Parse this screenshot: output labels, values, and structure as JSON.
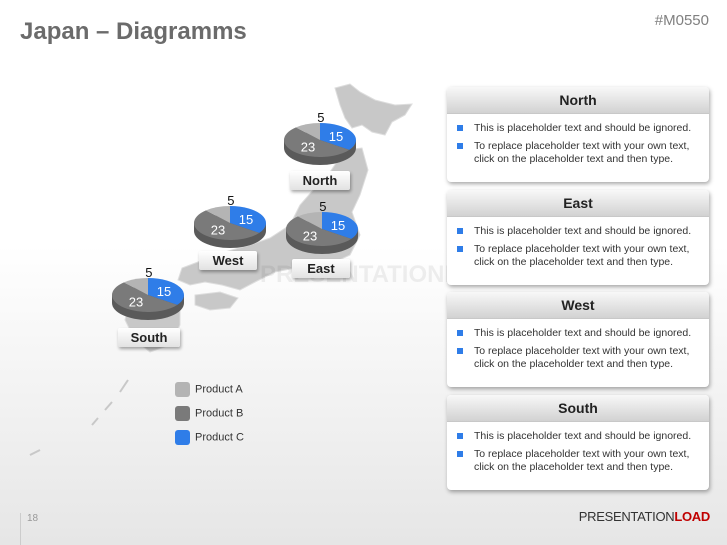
{
  "title": "Japan – Diagramms",
  "code": "#M0550",
  "colors": {
    "product_a": "#b4b4b4",
    "product_b": "#7a7a7a",
    "product_c": "#2f7de8"
  },
  "regions": [
    {
      "name": "North",
      "values": {
        "Product A": 5,
        "Product B": 23,
        "Product C": 15
      }
    },
    {
      "name": "West",
      "values": {
        "Product A": 5,
        "Product B": 23,
        "Product C": 15
      }
    },
    {
      "name": "East",
      "values": {
        "Product A": 5,
        "Product B": 23,
        "Product C": 15
      }
    },
    {
      "name": "South",
      "values": {
        "Product A": 5,
        "Product B": 23,
        "Product C": 15
      }
    }
  ],
  "legend": [
    "Product A",
    "Product B",
    "Product C"
  ],
  "panels": [
    {
      "title": "North",
      "bullets": [
        "This is placeholder text and should be ignored.",
        "To replace placeholder text with your own text, click on the placeholder text and then type."
      ]
    },
    {
      "title": "East",
      "bullets": [
        "This is placeholder text and should be ignored.",
        "To replace placeholder text with your own text, click on the placeholder text and then type."
      ]
    },
    {
      "title": "West",
      "bullets": [
        "This is placeholder text and should be ignored.",
        "To replace placeholder text with your own text, click on the placeholder text and then type."
      ]
    },
    {
      "title": "South",
      "bullets": [
        "This is placeholder text and should be ignored.",
        "To replace placeholder text with your own text, click on the placeholder text and then type."
      ]
    }
  ],
  "page_number": "18",
  "logo": {
    "part1": "PRESENTATION",
    "part2": "LOAD"
  }
}
